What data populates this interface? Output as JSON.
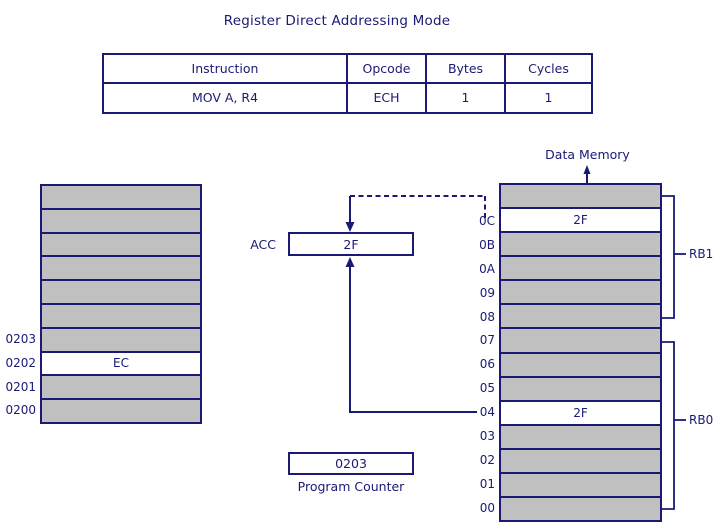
{
  "title": "Register Direct Addressing Mode",
  "colors": {
    "navy": "#1a1a75",
    "gray": "#c0c0c0",
    "highlight": "#ffffff"
  },
  "table": {
    "headers": [
      "Instruction",
      "Opcode",
      "Bytes",
      "Cycles"
    ],
    "rows": [
      [
        "MOV A, R4",
        "ECH",
        "1",
        "1"
      ]
    ]
  },
  "program_memory": {
    "rows": [
      {
        "label": "",
        "value": "",
        "highlight": false
      },
      {
        "label": "",
        "value": "",
        "highlight": false
      },
      {
        "label": "",
        "value": "",
        "highlight": false
      },
      {
        "label": "",
        "value": "",
        "highlight": false
      },
      {
        "label": "",
        "value": "",
        "highlight": false
      },
      {
        "label": "",
        "value": "",
        "highlight": false
      },
      {
        "label": "0203",
        "value": "",
        "highlight": false
      },
      {
        "label": "0202",
        "value": "EC",
        "highlight": true
      },
      {
        "label": "0201",
        "value": "",
        "highlight": false
      },
      {
        "label": "0200",
        "value": "",
        "highlight": false
      }
    ]
  },
  "acc": {
    "label": "ACC",
    "value": "2F"
  },
  "program_counter": {
    "value": "0203",
    "label": "Program Counter"
  },
  "data_memory": {
    "title": "Data Memory",
    "rows": [
      {
        "label": "",
        "value": "",
        "highlight": false
      },
      {
        "label": "0C",
        "value": "2F",
        "highlight": true
      },
      {
        "label": "0B",
        "value": "",
        "highlight": false
      },
      {
        "label": "0A",
        "value": "",
        "highlight": false
      },
      {
        "label": "09",
        "value": "",
        "highlight": false
      },
      {
        "label": "08",
        "value": "",
        "highlight": false
      },
      {
        "label": "07",
        "value": "",
        "highlight": false
      },
      {
        "label": "06",
        "value": "",
        "highlight": false
      },
      {
        "label": "05",
        "value": "",
        "highlight": false
      },
      {
        "label": "04",
        "value": "2F",
        "highlight": true
      },
      {
        "label": "03",
        "value": "",
        "highlight": false
      },
      {
        "label": "02",
        "value": "",
        "highlight": false
      },
      {
        "label": "01",
        "value": "",
        "highlight": false
      },
      {
        "label": "00",
        "value": "",
        "highlight": false
      }
    ],
    "banks": [
      {
        "label": "RB1"
      },
      {
        "label": "RB0"
      }
    ]
  }
}
